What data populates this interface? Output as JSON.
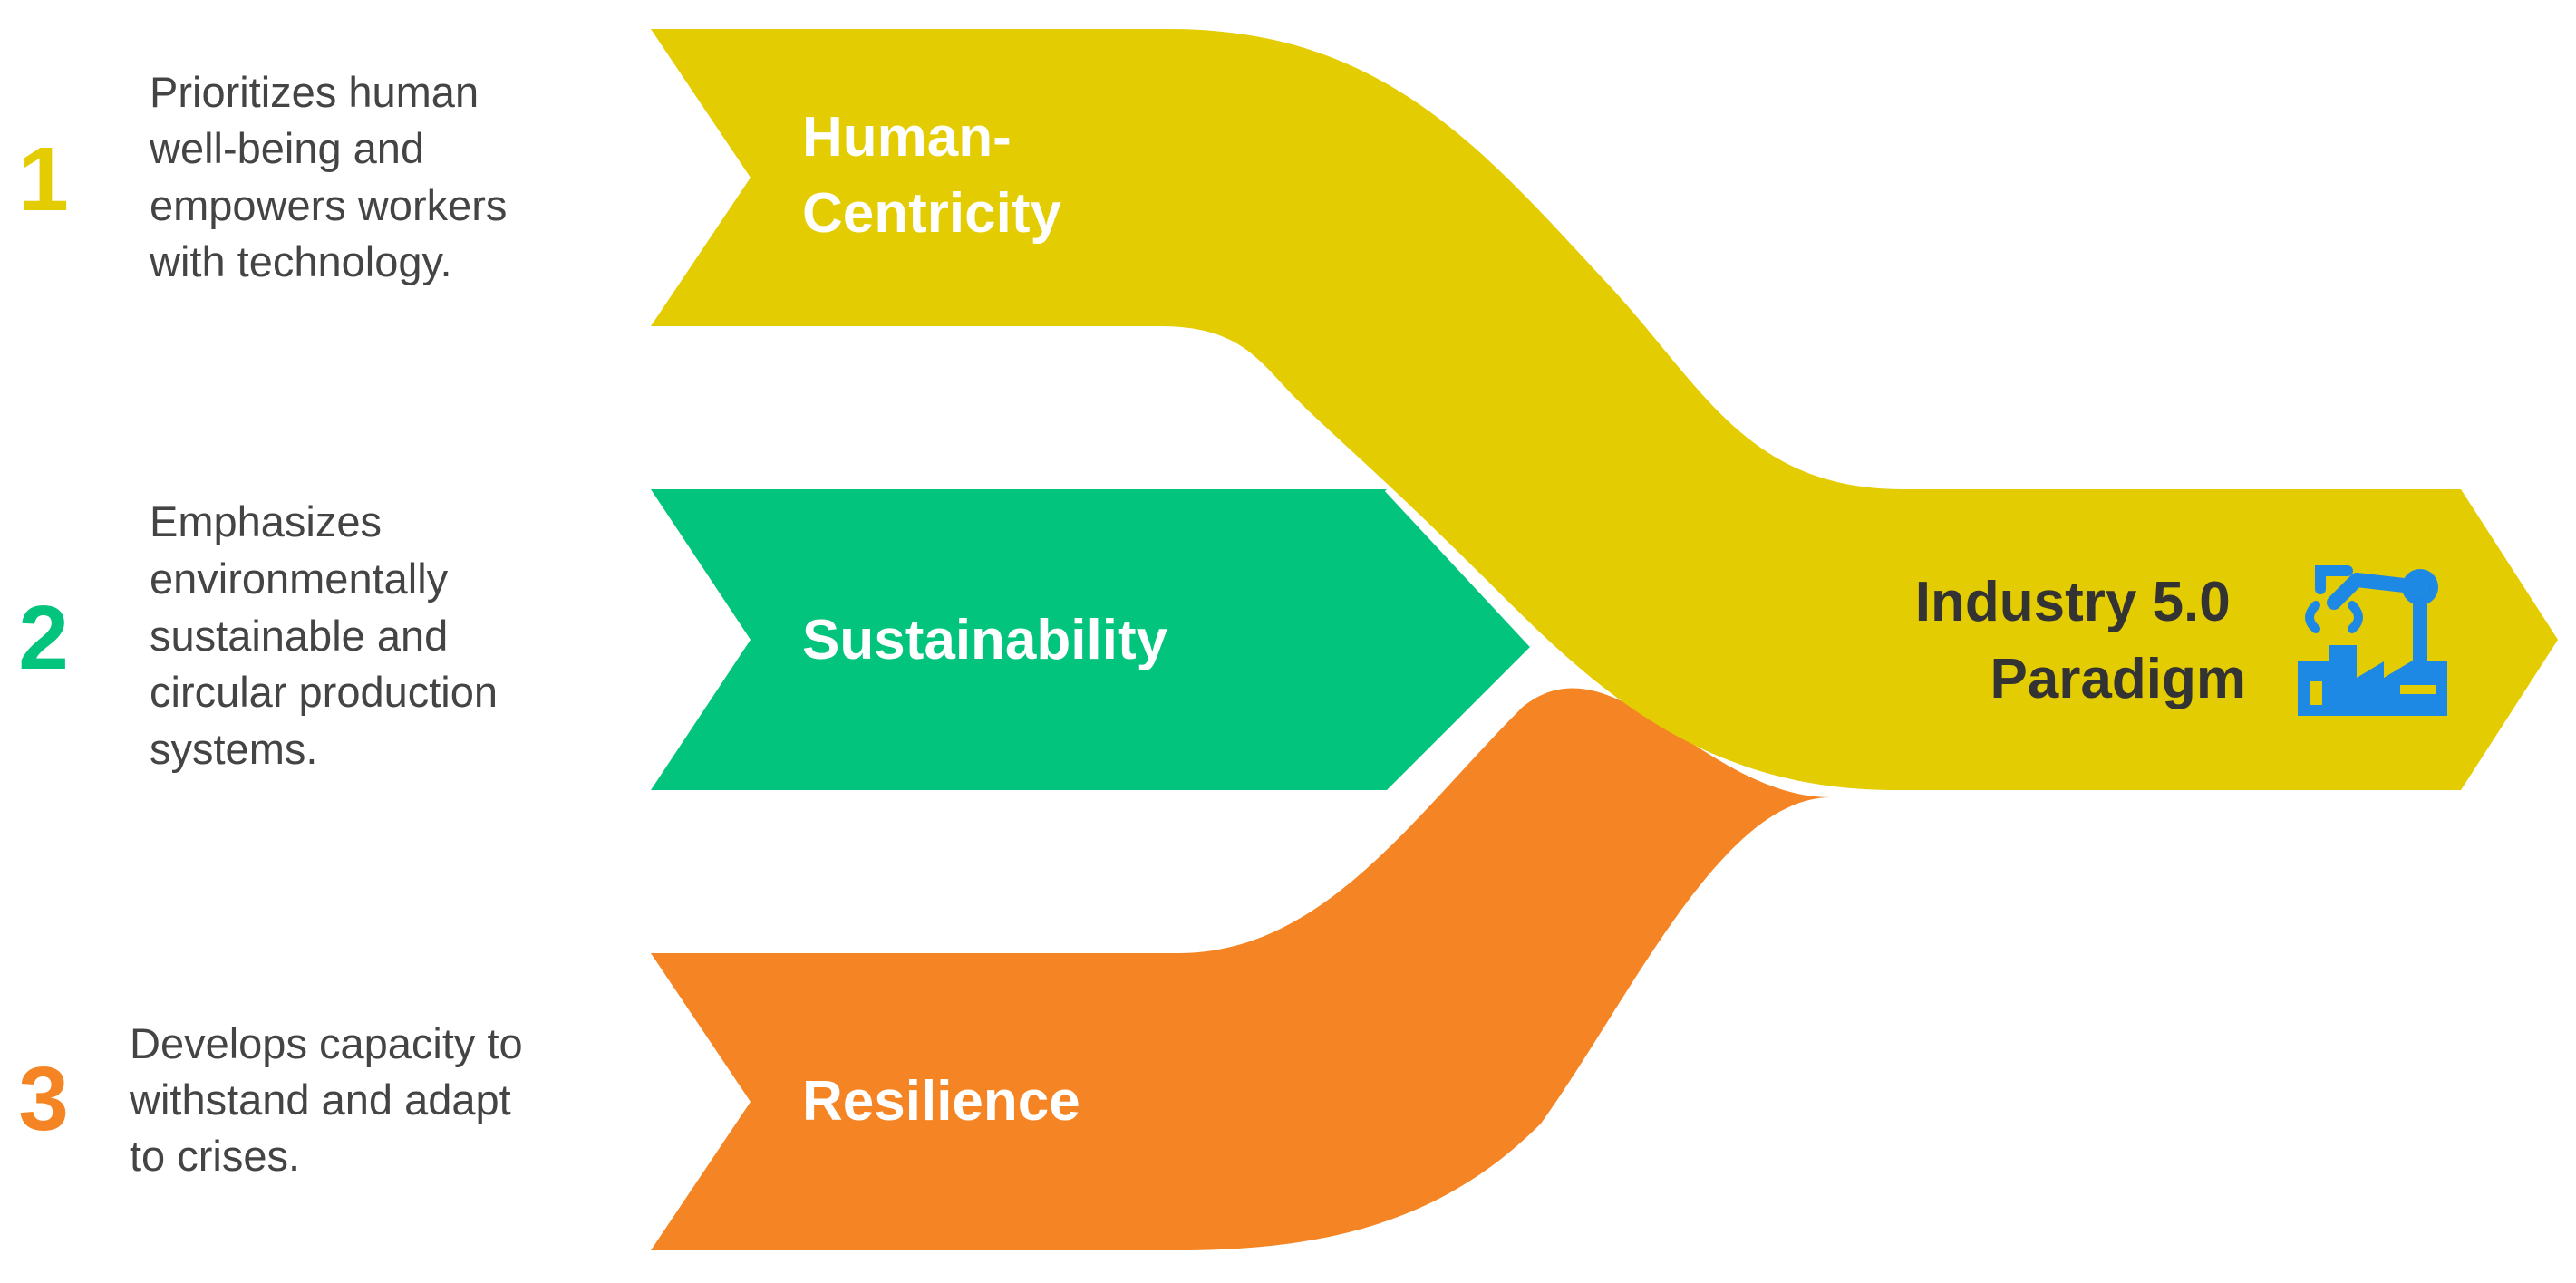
{
  "pillars": [
    {
      "number": "1",
      "title_lines": [
        "Human-",
        "Centricity"
      ],
      "description_lines": [
        "Prioritizes human",
        "well-being and",
        "empowers workers",
        "with technology."
      ],
      "color": "#E4CC02"
    },
    {
      "number": "2",
      "title_lines": [
        "Sustainability"
      ],
      "description_lines": [
        "Emphasizes",
        "environmentally",
        "sustainable and",
        "circular production",
        "systems."
      ],
      "color": "#03C47D"
    },
    {
      "number": "3",
      "title_lines": [
        "Resilience"
      ],
      "description_lines": [
        "Develops capacity to",
        "withstand and adapt",
        "to crises."
      ],
      "color": "#F58524"
    }
  ],
  "result": {
    "title_lines": [
      "Industry 5.0",
      "Paradigm"
    ],
    "icon": "factory-robot-arm-icon",
    "icon_color": "#1E88E5",
    "arrow_color": "#E4CC02"
  }
}
